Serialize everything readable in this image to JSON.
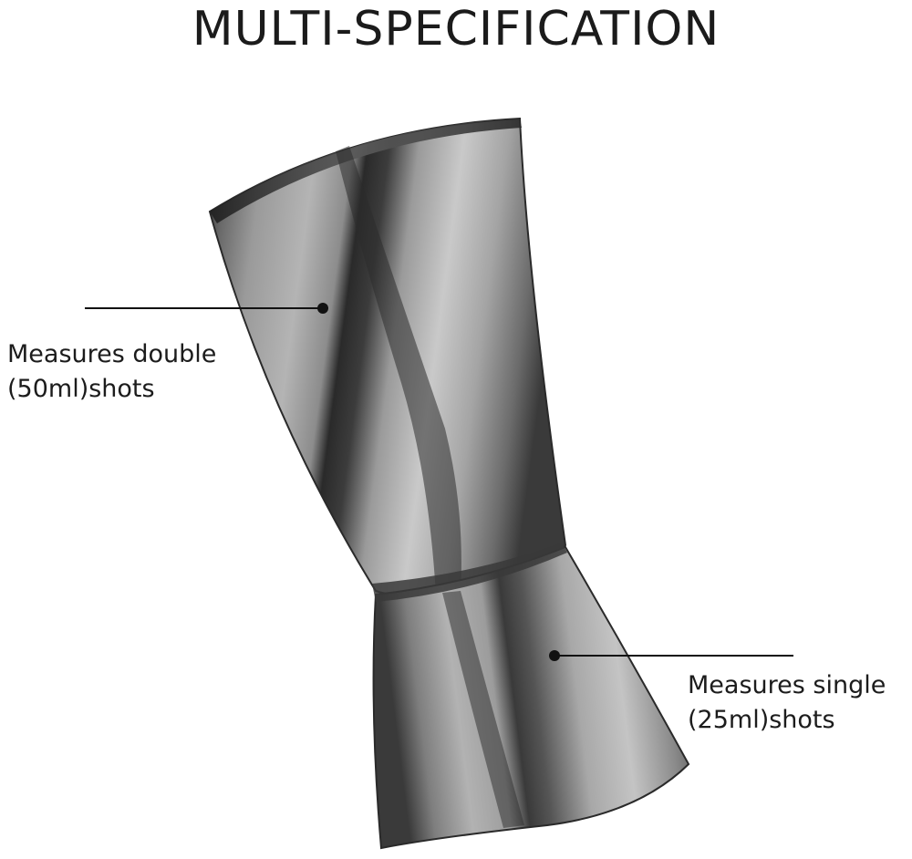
{
  "title": "MULTI-SPECIFICATION",
  "product_image": {
    "icon": "bar-jigger-double-sided",
    "finish_color": "#6f6f6f"
  },
  "callouts": {
    "double": {
      "line1": "Measures double",
      "line2": "(50ml)shots"
    },
    "single": {
      "line1": "Measures single",
      "line2": "(25ml)shots"
    }
  }
}
